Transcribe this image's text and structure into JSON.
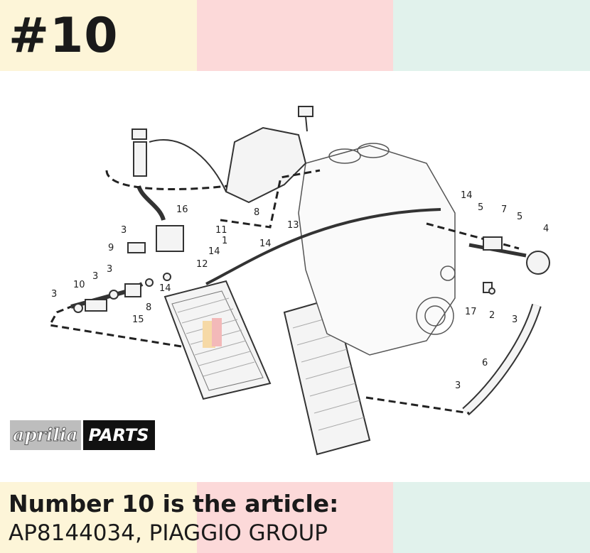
{
  "header": {
    "number_heading": "#10"
  },
  "caption": {
    "line1": "Number 10 is the article:",
    "line2": "AP8144034, PIAGGIO GROUP"
  },
  "logo": {
    "brand": "aprilia",
    "suffix": "PARTS"
  },
  "colors": {
    "yellow": "#fdf5d8",
    "pink": "#fcd9d9",
    "mint": "#e1f2ec",
    "ink": "#1a1a1a"
  },
  "diagram": {
    "part_labels": [
      "1",
      "2",
      "3",
      "3",
      "3",
      "3",
      "3",
      "3",
      "4",
      "5",
      "5",
      "6",
      "7",
      "8",
      "8",
      "9",
      "10",
      "11",
      "12",
      "13",
      "14",
      "14",
      "14",
      "14",
      "15",
      "16",
      "17"
    ]
  }
}
